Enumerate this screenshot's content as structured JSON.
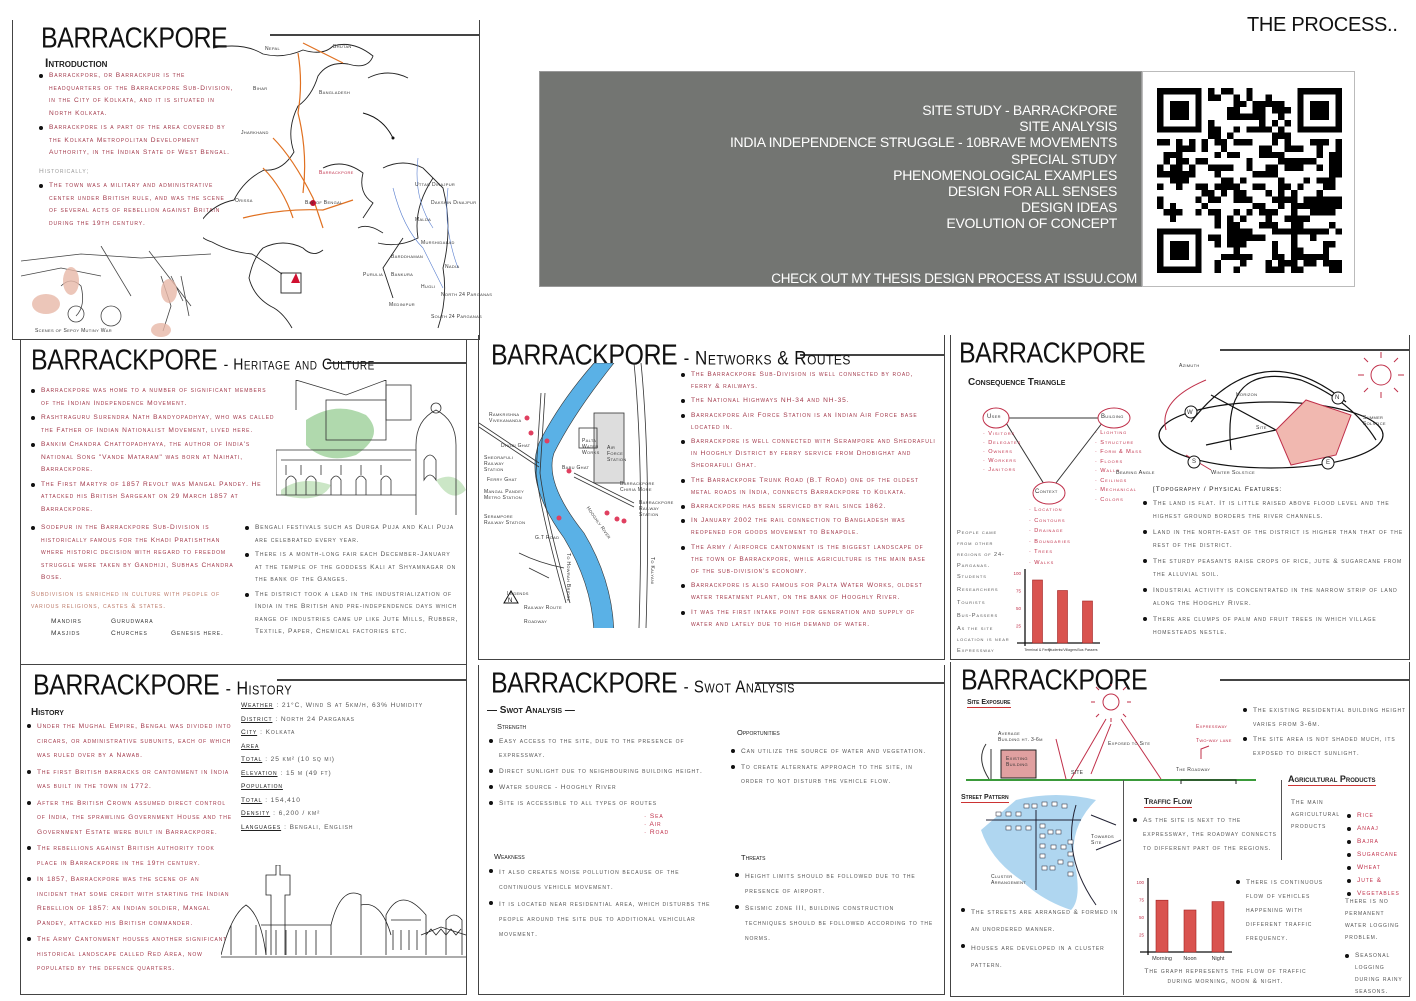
{
  "header": {
    "title": "THE PROCESS.."
  },
  "banner": {
    "lines": [
      "SITE STUDY  - BARRACKPORE",
      "SITE ANALYSIS",
      "INDIA INDEPENDENCE STRUGGLE - 10BRAVE MOVEMENTS",
      "SPECIAL STUDY",
      "PHENOMENOLOGICAL EXAMPLES",
      "DESIGN FOR ALL SENSES",
      "DESIGN IDEAS",
      "EVOLUTION OF CONCEPT"
    ],
    "cta": "CHECK OUT MY THESIS DESIGN PROCESS AT ISSUU.COM",
    "qr_icon": "qr-code"
  },
  "intro": {
    "title": "BARRACKPORE",
    "heading": "Introduction",
    "bullets": [
      "Barrackpore, or Barrackpur is the headquarters of the Barrackpore Sub-Division, in the City of Kolkata, and it is situated in North Kolkata.",
      "Barrackpore is a part of the area covered by the Kolkata Metropolitan Development Authority, in the Indian State of West Bengal."
    ],
    "historically": "Historically;",
    "bullets2": [
      "The town was a military and administrative center under British rule, and was the scene of several acts of rebellion against Britain during the 19th century."
    ],
    "caption": "Scenes of Sepoy Mutiny War",
    "map_labels": {
      "nepal": "Nepal",
      "bhutan": "Bhutan",
      "bihar": "Bihar",
      "bangladesh": "Bangladesh",
      "jharkhand": "Jharkhand",
      "orissa": "Orissa",
      "bay": "Bay of Bengal",
      "barrackpore": "Barrackpore",
      "uttar": "Uttar Dinajpur",
      "dakshin": "Dakshin Dinajpur",
      "malda": "Malda",
      "murshidabad": "Murshidabad",
      "nadia": "Nadia",
      "bardhaman": "Barddhaman",
      "purulia": "Purulia",
      "bankura": "Bankura",
      "hugli": "Hugli",
      "medinipur": "Medinipur",
      "north24": "North 24 Parganas",
      "south24": "South 24 Parganas"
    }
  },
  "heritage": {
    "title": "BARRACKPORE",
    "subtitle": "- Heritage and Culture",
    "bullets": [
      "Barrackpore was home to a number of significant members of the Indian Independence Movement.",
      "Rashtraguru Surendra Nath Bandyopadhyay, who was called the Father of Indian Nationalist Movement, lived here.",
      "Bankim Chandra Chattopadhyaya, the author of India's National Song \"Vande Mataram\" was born at Naihati, Barrackpore.",
      "The First Martyr of 1857 Revolt was Mangal Pandey. He attacked his British Sargeant on 29 March 1857 at Barrackpore.",
      "Sodepur in the Barrackpore Sub-Division is historically famous for the Khadi Pratishthan where historic decision with regard to freedom struggle were taken by Gandhiji, Subhas Chandra Bose."
    ],
    "enriched": "Subdivision is enriched in culture with people of various religions, castes & states.",
    "places": [
      "Mandirs",
      "Gurudwara",
      "Masjids",
      "Churches"
    ],
    "places_note": "Genesis here.",
    "bullets_right": [
      "Bengali festivals such as Durga Puja and Kali Puja are celebrated every year.",
      "There is a month-long fair each December-January at the temple of the goddess Kali at Shyamnagar on the bank of the Ganges.",
      "The district took a lead in the industrialization of India in the British and pre-independence days which range of industries came up like Jute Mills, Rubber, Textile, Paper, Chemical factories etc."
    ]
  },
  "networks": {
    "title": "BARRACKPORE",
    "subtitle": "- Networks & Routes",
    "bullets": [
      "The Barrackpore Sub-Division is well connected by road, ferry & railways.",
      "The National Highways NH-34 and NH-35.",
      "Barrackpore Air Force Station is an Indian Air Force base located in.",
      "Barrackpore is well connected with Serampore and Sheorafuli in Hooghly District by ferry service from Dhobighat and Sheorafuli Ghat.",
      "The Barrackpore Trunk Road (B.T Road) one of the oldest metal roads in India, connects Barrackpore to Kolkata.",
      "Barrackpore has been serviced by rail since 1862.",
      "In January 2002 the rail connection to Bangladesh was reopened for goods movement to Benapole.",
      "The Army / Airforce cantonment is the biggest landscape of the town of Barrackpore, while agriculture is the main base of the sub-division's economy.",
      "Barrackpore is also famous for Palta Water Works, oldest water treatment plant, on the bank of Hooghly River.",
      "It was the first intake point for generation and supply of water and lately due to high demand of water."
    ],
    "map_labels": {
      "ramkrishna": "Ramkrishna Vivekananda",
      "dhobi": "Dhobi Ghat",
      "sheorafuli": "Sheorafuli Railway Station",
      "ferry": "Ferry Ghat",
      "naihati": "Mangal Pandey Metro Station",
      "serampore": "Serampore Railway Station",
      "barrackpore_station": "Barrackpore Railway Station",
      "chiria": "Barrackpore Chiria More",
      "babughat": "Babu Ghat",
      "palta": "Palta Water Works",
      "airforce": "Air Force Station",
      "river": "Hooghly River",
      "btroad": "B.T Road",
      "gtroad": "G.T Road",
      "to_howrah": "To Howrah Bridge",
      "to_kalyani": "To Kalyani",
      "legend": "Legends",
      "railway": "Railway Route",
      "roadway": "Roadway"
    }
  },
  "consequence": {
    "title": "BARRACKPORE",
    "heading": "Consequence Triangle",
    "nodes": {
      "user": "User",
      "building": "Building",
      "context": "Context"
    },
    "user_items": [
      "Visitors",
      "Delegates",
      "Owners",
      "Workers",
      "Janitors"
    ],
    "building_items": [
      "Lighting",
      "Structure",
      "Form & Mass",
      "Floors",
      "Walls",
      "Ceilings",
      "Mechanical",
      "Colors"
    ],
    "context_items": [
      "Location",
      "Contours",
      "Drainage",
      "Boundaries",
      "Trees",
      "Walks"
    ],
    "people_note": "People came from other regions of 24-Parganas.",
    "people_types": [
      "Students",
      "Researchers",
      "Tourists",
      "Bus-Passers"
    ],
    "site_note": "As the site location is near Expressway",
    "sun_labels": {
      "azimuth": "Azimuth",
      "horizon": "Horizon",
      "site": "Site",
      "summer": "Summer Solstice",
      "winter": "Winter Solstice",
      "bearing": "Bearing Angle",
      "n": "N",
      "s": "S",
      "e": "E",
      "w": "W"
    },
    "features_heading": "[Topography / Physical Features:",
    "features": [
      "The land is flat. It is little raised above flood level and the highest ground borders the river channels.",
      "Land in the north-east of the district is higher than that of the rest of the district.",
      "The sturdy peasants raise crops of rice, jute & sugarcane from the alluvial soil.",
      "Industrial activity is concentrated in the narrow strip of land along the Hooghly River.",
      "There are clumps of palm and fruit trees in which village homesteads nestle."
    ],
    "chart": {
      "type": "bar",
      "categories": [
        "Terminal & Ferry",
        "Students/Villagers",
        "Bus Passers"
      ],
      "values": [
        90,
        75,
        60
      ],
      "ylim": [
        0,
        100
      ],
      "yticks": [
        25,
        50,
        75,
        100
      ]
    }
  },
  "history": {
    "title": "BARRACKPORE",
    "subtitle": "- History",
    "heading": "History",
    "bullets": [
      "Under the Mughal Empire, Bengal was divided into circars, or administrative subunits, each of which was ruled over by a Nawab.",
      "The first British barracks or cantonment in India was built in the town in 1772.",
      "After the British Crown assumed direct control of India, the sprawling Government House and the Government Estate were built in Barrackpore.",
      "The rebellions against British authority took place in Barrackpore in the 19th century.",
      "In 1857, Barrackpore was the scene of an incident that some credit with starting the Indian Rebellion of 1857: an Indian soldier, Mangal Pandey, attacked his British commander.",
      "The Army Cantonment houses another significant historical landscape called Red Area, now populated by the defence quarters."
    ],
    "facts": [
      {
        "k": "Weather",
        "v": ": 21°C, Wind S at 5km/h, 63% Humidity"
      },
      {
        "k": "District",
        "v": ": North 24 Parganas"
      },
      {
        "k": "City",
        "v": ": Kolkata"
      },
      {
        "k": "Area",
        "v": ""
      },
      {
        "k": "Total",
        "v": ": 25 km² (10 sq mi)"
      },
      {
        "k": "Elevation",
        "v": ": 15 m (49 ft)"
      },
      {
        "k": "Population",
        "v": ""
      },
      {
        "k": "Total",
        "v": ": 154,410"
      },
      {
        "k": "Density",
        "v": ": 6,200 / km²"
      },
      {
        "k": "Languages",
        "v": ": Bengali, English"
      }
    ]
  },
  "swot": {
    "title": "BARRACKPORE",
    "subtitle": "- Swot Analysis",
    "heading": "Swot Analysis",
    "strength_h": "Strength",
    "strength": [
      "Easy access to the site, due to the presence of expressway.",
      "Direct sunlight due to neighbouring building height.",
      "Water source - Hooghly River",
      "Site is accessible to all types of routes"
    ],
    "routes": [
      "Sea",
      "Air",
      "Road"
    ],
    "opportunities_h": "Opportunities",
    "opportunities": [
      "Can utilize the source of water and vegetation.",
      "To create alternate approach to the site, in order to not disturb the vehicle flow."
    ],
    "weakness_h": "Weakness",
    "weakness": [
      "It also creates noise pollution because of the continuous vehicle movement.",
      "It is located near residential area, which disturbs the people around the site due to additional vehicular movement."
    ],
    "threats_h": "Threats",
    "threats": [
      "Height limits should be followed due to the presence of airport.",
      "Seismic zone III, building construction techniques should be followed according to the norms."
    ]
  },
  "site": {
    "title": "BARRACKPORE",
    "section_h": "Site Exposure",
    "labels": {
      "avg": "Average Building ht. 3-6m",
      "existing": "Existing Building",
      "site": "SITE",
      "exposed": "Exposed to Site",
      "expressway": "Expressway",
      "twoway": "Two-way lane",
      "roadway": "The Roadway"
    },
    "exposure": [
      "The existing residential building height varies from 3-6m.",
      "The site area is not shaded much, its exposed to direct sunlight."
    ],
    "street_h": "Street Pattern",
    "street_labels": {
      "towards": "Towards Site",
      "cluster": "Cluster Arrangement"
    },
    "street": [
      "The streets are arranged & formed in an unordered manner.",
      "Houses are developed in a cluster pattern."
    ],
    "traffic_h": "Traffic Flow",
    "traffic": [
      "As the site is next to the expressway, the roadway connects to different part of the regions."
    ],
    "traffic_note": "There is continuous flow of vehicles happening with different traffic frequency.",
    "traffic_caption": "The graph represents the flow of traffic during morning, noon & night.",
    "chart": {
      "type": "bar",
      "categories": [
        "Morning",
        "Noon",
        "Night"
      ],
      "values": [
        74,
        60,
        72
      ],
      "ylim": [
        0,
        100
      ],
      "yticks": [
        25,
        50,
        75,
        100
      ]
    },
    "agri_h": "Agricultural Products",
    "agri_intro": "The main agricultural products",
    "agri_items": [
      "Rice",
      "Anaaj",
      "Bajra",
      "Sugarcane",
      "Wheat",
      "Jute &",
      "Vegetables"
    ],
    "agri_note": "There is no permanent water logging problem.",
    "agri_note2": "Seasonal logging during rainy seasons."
  }
}
